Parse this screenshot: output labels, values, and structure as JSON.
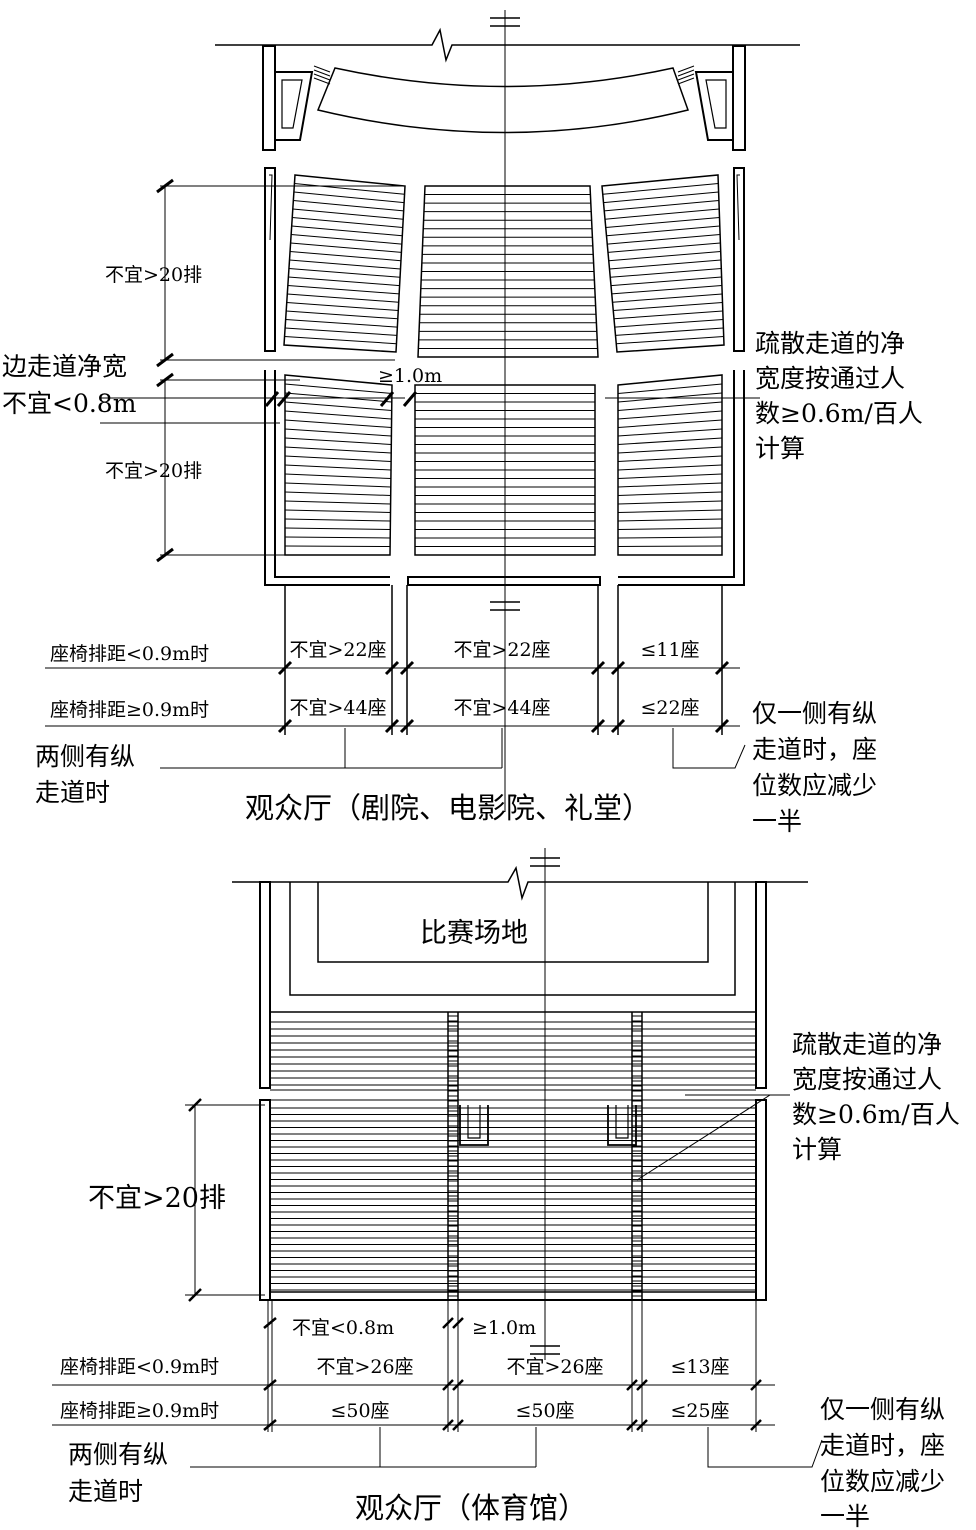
{
  "theater": {
    "rows_limit_upper": "不宜>20排",
    "rows_limit_lower": "不宜>20排",
    "side_aisle_line1": "边走道净宽",
    "side_aisle_line2": "不宜<0.8m",
    "aisle_min": "≥1.0m",
    "evac_line1": "疏散走道的净",
    "evac_line2": "宽度按通过人",
    "evac_line3": "数≥0.6m/百人",
    "evac_line4": "计算",
    "row_a_label": "座椅排距<0.9m时",
    "row_a_cells": [
      "不宜>22座",
      "不宜>22座",
      "≤11座"
    ],
    "row_b_label": "座椅排距≥0.9m时",
    "row_b_cells": [
      "不宜>44座",
      "不宜>44座",
      "≤22座"
    ],
    "both_sides_line1": "两侧有纵",
    "both_sides_line2": "走道时",
    "one_side_line1": "仅一侧有纵",
    "one_side_line2": "走道时，座",
    "one_side_line3": "位数应减少",
    "one_side_line4": "一半",
    "caption": "观众厅（剧院、电影院、礼堂）"
  },
  "gym": {
    "field_label": "比赛场地",
    "evac_line1": "疏散走道的净",
    "evac_line2": "宽度按通过人",
    "evac_line3": "数≥0.6m/百人",
    "evac_line4": "计算",
    "rows_limit": "不宜>20排",
    "side_aisle": "不宜<0.8m",
    "aisle_min": "≥1.0m",
    "row_a_label": "座椅排距<0.9m时",
    "row_a_cells": [
      "不宜>26座",
      "不宜>26座",
      "≤13座"
    ],
    "row_b_label": "座椅排距≥0.9m时",
    "row_b_cells": [
      "≤50座",
      "≤50座",
      "≤25座"
    ],
    "both_sides_line1": "两侧有纵",
    "both_sides_line2": "走道时",
    "one_side_line1": "仅一侧有纵",
    "one_side_line2": "走道时，座",
    "one_side_line3": "位数应减少",
    "one_side_line4": "一半",
    "caption": "观众厅（体育馆）"
  }
}
